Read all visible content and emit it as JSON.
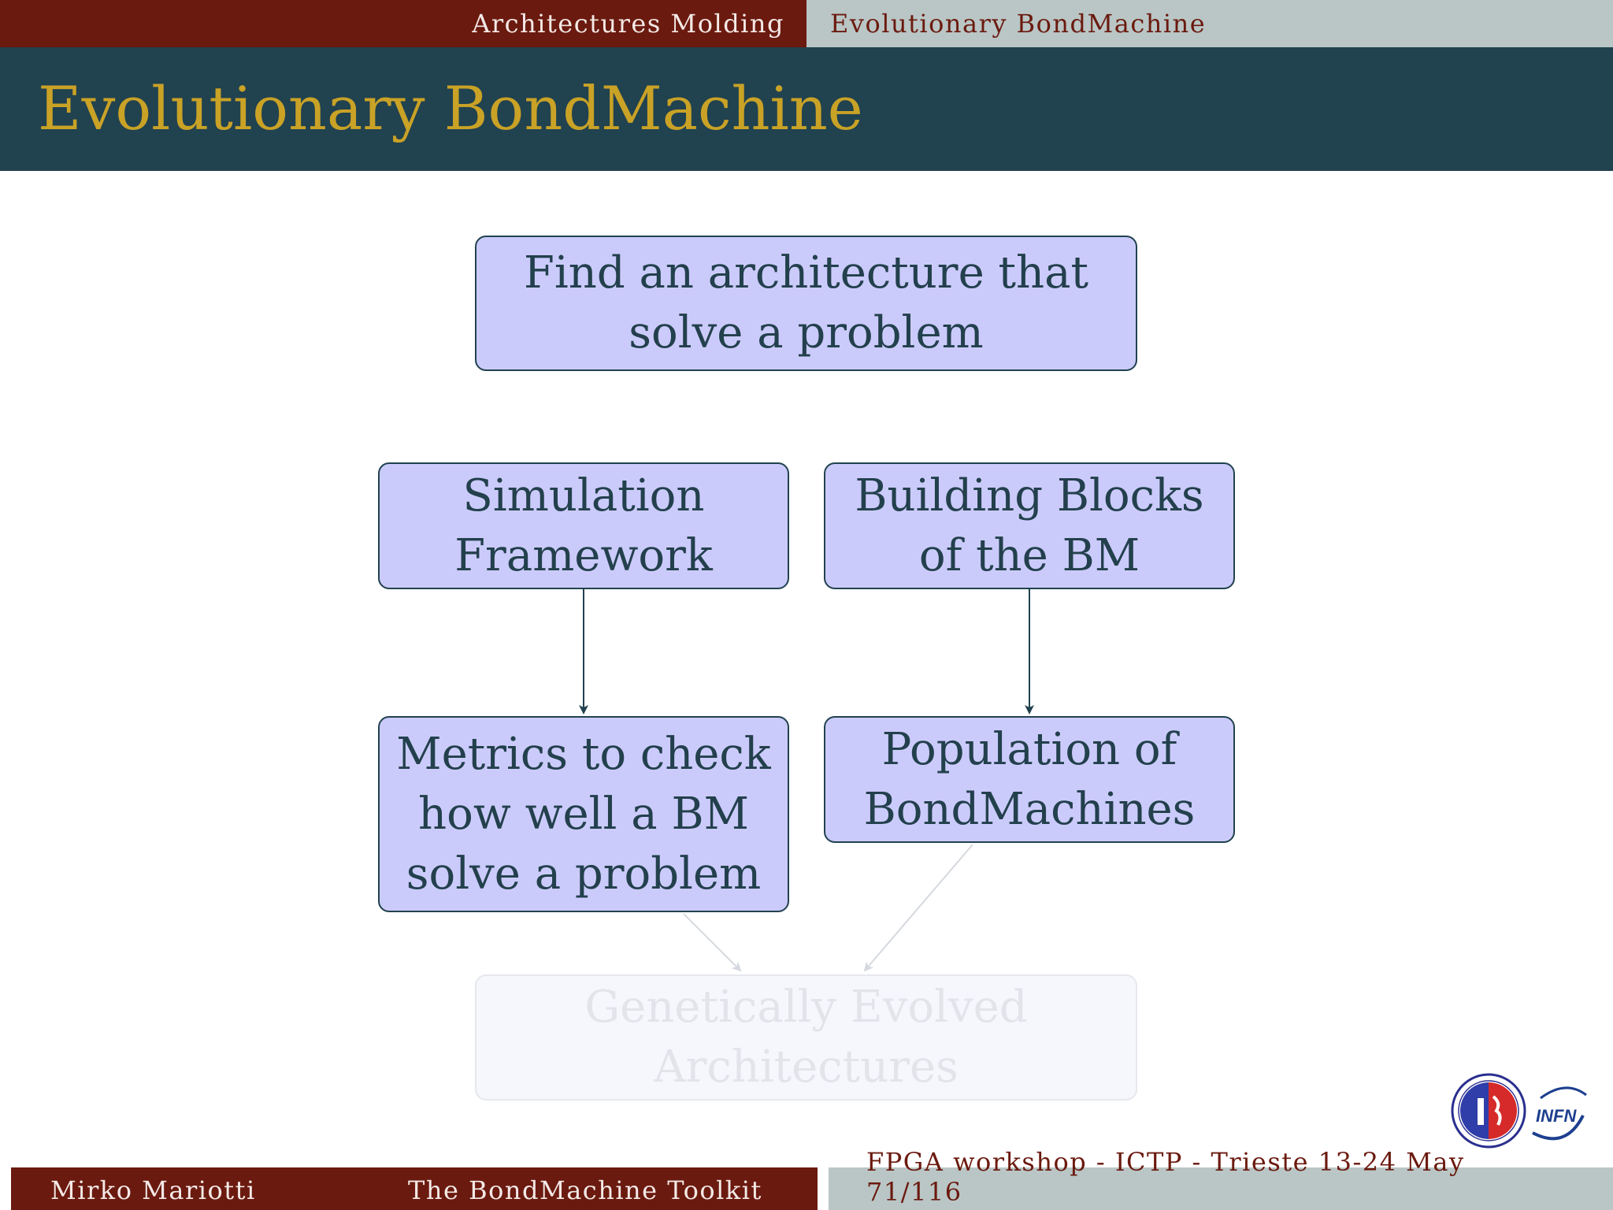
{
  "header": {
    "section": "Architectures Molding",
    "subsection": "Evolutionary BondMachine"
  },
  "slide": {
    "title": "Evolutionary BondMachine"
  },
  "diagram": {
    "nodes": {
      "find": {
        "line1": "Find an architecture that",
        "line2": "solve a problem"
      },
      "simulation": {
        "line1": "Simulation",
        "line2": "Framework"
      },
      "blocks": {
        "line1": "Building Blocks",
        "line2": "of the BM"
      },
      "metrics": {
        "line1": "Metrics to check",
        "line2": "how well a BM",
        "line3": "solve a problem"
      },
      "population": {
        "line1": "Population of",
        "line2": "BondMachines"
      },
      "genetic": {
        "line1": "Genetically Evolved",
        "line2": "Architectures"
      }
    },
    "edges": [
      {
        "from": "simulation",
        "to": "metrics",
        "style": "solid"
      },
      {
        "from": "blocks",
        "to": "population",
        "style": "solid"
      },
      {
        "from": "metrics",
        "to": "genetic",
        "style": "faded"
      },
      {
        "from": "population",
        "to": "genetic",
        "style": "faded"
      }
    ],
    "colors": {
      "node_fill": "#cbcbfb",
      "node_border": "#21424f",
      "text": "#23404d",
      "faded_fill": "#f6f6fd",
      "faded_text": "#e3e3ea"
    }
  },
  "footer": {
    "author": "Mirko Mariotti",
    "talk_title": "The BondMachine Toolkit",
    "event": "FPGA workshop - ICTP - Trieste 13-24 May",
    "page": "71/116"
  },
  "logos": {
    "university": "university-seal",
    "infn_text": "INFN"
  }
}
